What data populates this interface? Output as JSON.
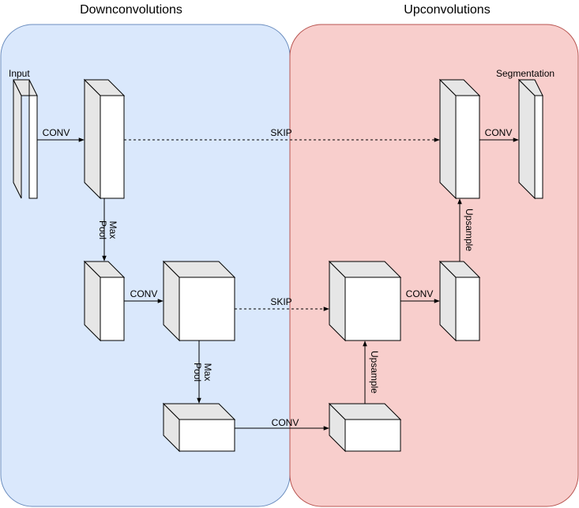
{
  "panels": {
    "down": {
      "title": "Downconvolutions",
      "fill": "#dae8fc",
      "stroke": "#6c8ebf"
    },
    "up": {
      "title": "Upconvolutions",
      "fill": "#f8cecc",
      "stroke": "#b85450"
    }
  },
  "labels": {
    "input": "Input",
    "segmentation": "Segmentation",
    "conv": "CONV",
    "skip": "SKIP",
    "maxpool_line1": "Max",
    "maxpool_line2": "Pool",
    "upsample": "Upsample"
  }
}
